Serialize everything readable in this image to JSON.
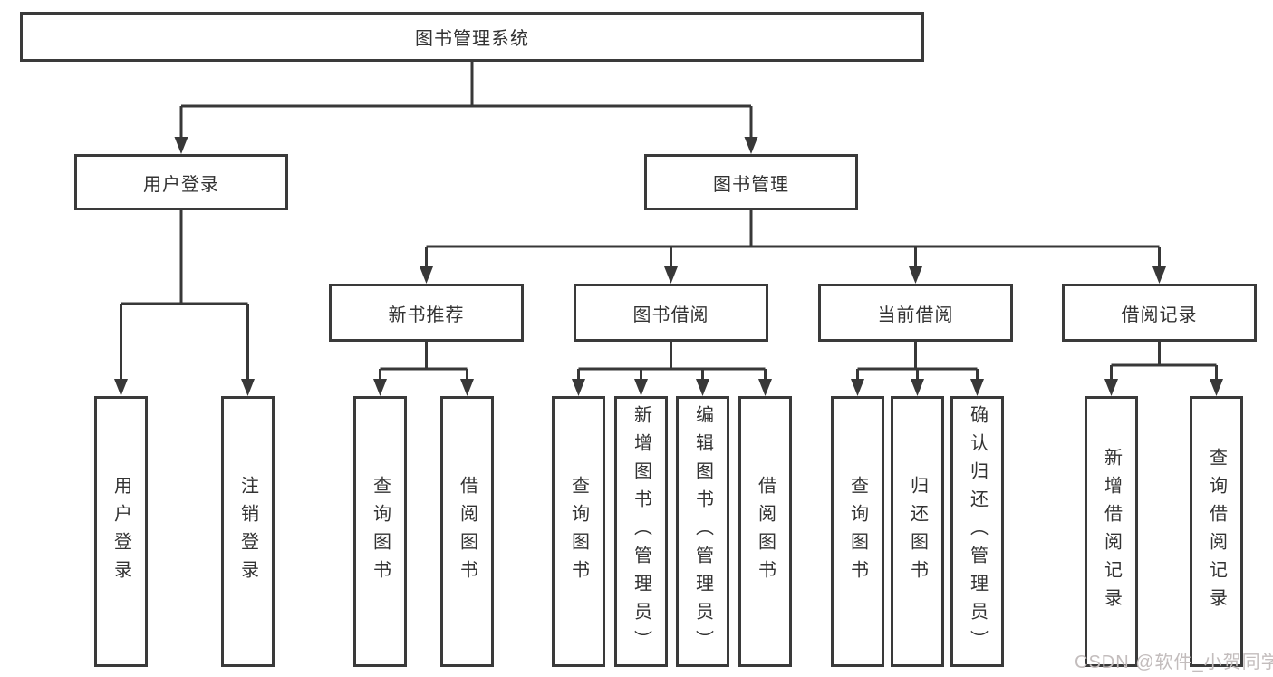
{
  "diagram": {
    "root": {
      "label": "图书管理系统"
    },
    "level2": [
      {
        "id": "user-login",
        "label": "用户登录"
      },
      {
        "id": "book-management",
        "label": "图书管理"
      }
    ],
    "level3": [
      {
        "id": "new-book-recommend",
        "parent": "图书管理",
        "label": "新书推荐"
      },
      {
        "id": "book-borrow",
        "parent": "图书管理",
        "label": "图书借阅"
      },
      {
        "id": "current-borrow",
        "parent": "图书管理",
        "label": "当前借阅"
      },
      {
        "id": "borrow-records",
        "parent": "图书管理",
        "label": "借阅记录"
      }
    ],
    "leaves": [
      {
        "parent": "用户登录",
        "label": "用户登录"
      },
      {
        "parent": "用户登录",
        "label": "注销登录"
      },
      {
        "parent": "新书推荐",
        "label": "查询图书"
      },
      {
        "parent": "新书推荐",
        "label": "借阅图书"
      },
      {
        "parent": "图书借阅",
        "label": "查询图书"
      },
      {
        "parent": "图书借阅",
        "label": "新增图书（管理员）"
      },
      {
        "parent": "图书借阅",
        "label": "编辑图书（管理员）"
      },
      {
        "parent": "图书借阅",
        "label": "借阅图书"
      },
      {
        "parent": "当前借阅",
        "label": "查询图书"
      },
      {
        "parent": "当前借阅",
        "label": "归还图书"
      },
      {
        "parent": "当前借阅",
        "label": "确认归还（管理员）"
      },
      {
        "parent": "借阅记录",
        "label": "新增借阅记录"
      },
      {
        "parent": "借阅记录",
        "label": "查询借阅记录"
      }
    ]
  },
  "watermark": {
    "text": "CSDN @软件_小贺同学",
    "color": "#c3bdbd"
  },
  "colors": {
    "line": "#383838",
    "box_border": "#3a3a3a",
    "text": "#333333",
    "background": "#ffffff"
  }
}
